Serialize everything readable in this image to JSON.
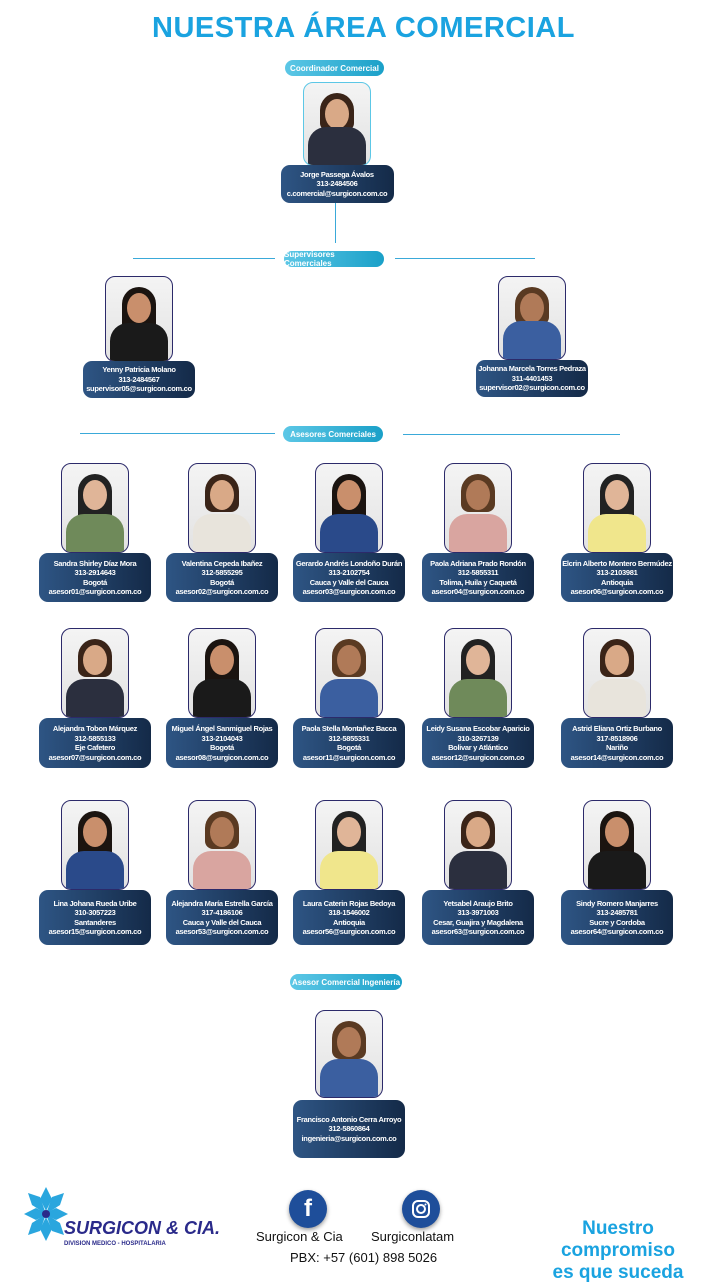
{
  "title": "NUESTRA ÁREA COMERCIAL",
  "sections": {
    "coordinador": "Coordinador Comercial",
    "supervisores": "Supervisores Comerciales",
    "asesores": "Asesores Comerciales",
    "ingenieria": "Asesor Comercial Ingeniería"
  },
  "people": [
    {
      "name": "Jorge Passega Ávalos",
      "phone": "313-2484506",
      "region": "",
      "email": "c.comercial@surgicon.com.co",
      "group": "coordinador"
    },
    {
      "name": "Yenny Patricia Molano",
      "phone": "313-2484567",
      "region": "",
      "email": "supervisor05@surgicon.com.co",
      "group": "supervisores"
    },
    {
      "name": "Johanna Marcela Torres Pedraza",
      "phone": "311-4401453",
      "region": "",
      "email": "supervisor02@surgicon.com.co",
      "group": "supervisores"
    },
    {
      "name": "Sandra Shirley Díaz Mora",
      "phone": "313-2914643",
      "region": "Bogotá",
      "email": "asesor01@surgicon.com.co",
      "group": "asesores"
    },
    {
      "name": "Valentina Cepeda Ibañez",
      "phone": "312-5855295",
      "region": "Bogotá",
      "email": "asesor02@surgicon.com.co",
      "group": "asesores"
    },
    {
      "name": "Gerardo Andrés Londoño Durán",
      "phone": "313-2102754",
      "region": "Cauca y Valle del Cauca",
      "email": "asesor03@surgicon.com.co",
      "group": "asesores"
    },
    {
      "name": "Paola Adriana Prado Rondón",
      "phone": "312-5855311",
      "region": "Tolima, Huila y Caquetá",
      "email": "asesor04@surgicon.com.co",
      "group": "asesores"
    },
    {
      "name": "Elcrin Alberto Montero Bermúdez",
      "phone": "313-2103981",
      "region": "Antioquia",
      "email": "asesor06@surgicon.com.co",
      "group": "asesores"
    },
    {
      "name": "Alejandra Tobon Márquez",
      "phone": "312-5855133",
      "region": "Eje Cafetero",
      "email": "asesor07@surgicon.com.co",
      "group": "asesores"
    },
    {
      "name": "Miguel Ángel Sanmiguel Rojas",
      "phone": "313-2104043",
      "region": "Bogotá",
      "email": "asesor08@surgicon.com.co",
      "group": "asesores"
    },
    {
      "name": "Paola Stella Montañez Bacca",
      "phone": "312-5855331",
      "region": "Bogotá",
      "email": "asesor11@surgicon.com.co",
      "group": "asesores"
    },
    {
      "name": "Leidy Susana Escobar Aparicio",
      "phone": "310-3267139",
      "region": "Bolivar y Atlántico",
      "email": "asesor12@surgicon.com.co",
      "group": "asesores"
    },
    {
      "name": "Astrid Eliana Ortiz Burbano",
      "phone": "317-8518906",
      "region": "Nariño",
      "email": "asesor14@surgicon.com.co",
      "group": "asesores"
    },
    {
      "name": "Lina Johana Rueda Uribe",
      "phone": "310-3057223",
      "region": "Santanderes",
      "email": "asesor15@surgicon.com.co",
      "group": "asesores"
    },
    {
      "name": "Alejandra María Estrella García",
      "phone": "317-4186106",
      "region": "Cauca y Valle del Cauca",
      "email": "asesor53@surgicon.com.co",
      "group": "asesores"
    },
    {
      "name": "Laura Caterin Rojas Bedoya",
      "phone": "318-1546002",
      "region": "Antioquia",
      "email": "asesor56@surgicon.com.co",
      "group": "asesores"
    },
    {
      "name": "Yetsabel Araujo Brito",
      "phone": "313-3971003",
      "region": "Cesar, Guajira y Magdalena",
      "email": "asesor63@surgicon.com.co",
      "group": "asesores"
    },
    {
      "name": "Sindy Romero Manjarres",
      "phone": "313-2485781",
      "region": "Sucre y Cordoba",
      "email": "asesor64@surgicon.com.co",
      "group": "asesores"
    },
    {
      "name": "Francisco Antonio Cerra Arroyo",
      "phone": "312-5860864",
      "region": "",
      "email": "ingenieria@surgicon.com.co",
      "group": "ingenieria"
    }
  ],
  "footer": {
    "brand": "SURGICON & CIA.",
    "brand_sub": "DIVISION MEDICO - HOSPITALARIA",
    "facebook": "Surgicon & Cia",
    "instagram": "Surgiconlatam",
    "pbx": "PBX: +57 (601) 898 5026",
    "slogan_1": "Nuestro compromiso",
    "slogan_2": "es que suceda",
    "icons": [
      "facebook-icon",
      "instagram-icon",
      "surgicon-logo"
    ]
  },
  "colors": {
    "accent": "#1aa3e0",
    "card": "#1f3d63",
    "frame": "#2c2a6a"
  }
}
